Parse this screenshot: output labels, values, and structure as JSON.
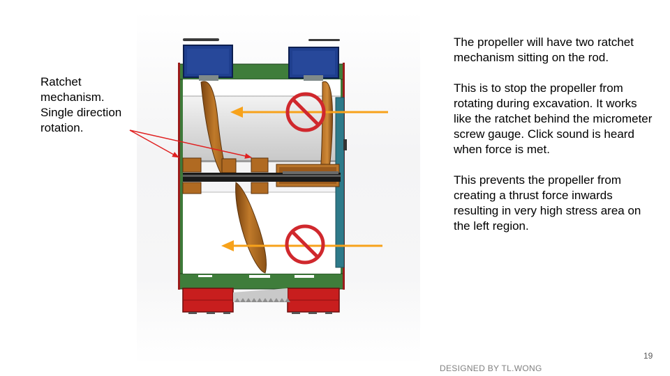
{
  "slide": {
    "callout_label": "Ratchet\nmechanism.\nSingle direction\nrotation.",
    "paragraphs": [
      "The propeller will have two ratchet mechanism sitting on the rod.",
      "This is to stop the propeller from rotating during excavation. It works like the ratchet behind the micrometer screw gauge. Click sound is heard when force is met.",
      "This prevents the propeller from creating a thrust force inwards resulting in very high stress area on the left region."
    ],
    "slide_number": "19",
    "credit": "DESIGNED BY TL.WONG"
  },
  "colors": {
    "arrow_orange": "#f7a21b",
    "prohibition_red": "#d0282d",
    "callout_arrow_red": "#e02020",
    "frame_green": "#3d7a3a",
    "motor_blue": "#1f3f8f",
    "track_red": "#c81e1e",
    "blade_bronze": "#a8621c"
  },
  "icons": {
    "direction_arrows": "arrow-left-icon",
    "prohibition": "no-entry-icon"
  }
}
